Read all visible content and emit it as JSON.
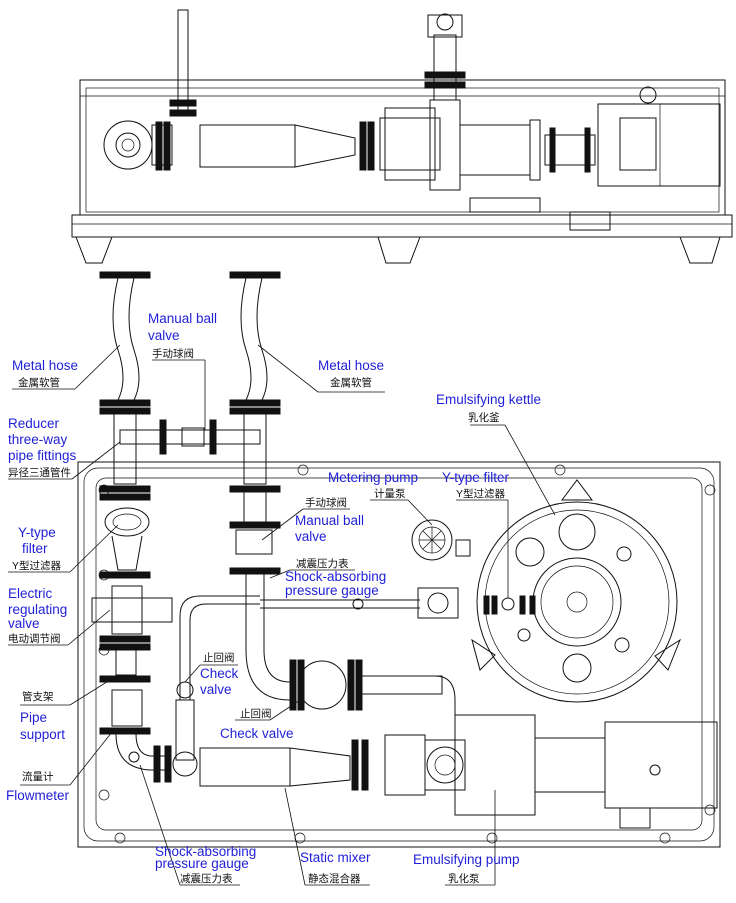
{
  "labels": {
    "metal_hose_left": {
      "en": "Metal hose",
      "zh": "金属软管"
    },
    "manual_ball_valve_top": {
      "en1": "Manual ball",
      "en2": "valve",
      "zh": "手动球阀"
    },
    "metal_hose_right": {
      "en": "Metal hose",
      "zh": "金属软管"
    },
    "reducer_tee": {
      "en1": "Reducer",
      "en2": "three-way",
      "en3": "pipe fittings",
      "zh": "异径三通管件"
    },
    "y_filter_left": {
      "en1": "Y-type",
      "en2": "filter",
      "zh": "Y型过滤器"
    },
    "electric_valve": {
      "en1": "Electric",
      "en2": "regulating",
      "en3": "valve",
      "zh": "电动调节阀"
    },
    "pipe_support": {
      "en1": "Pipe",
      "en2": "support",
      "zh": "管支架"
    },
    "flowmeter": {
      "en": "Flowmeter",
      "zh": "流量计"
    },
    "manual_ball_valve_mid": {
      "en1": "Manual ball",
      "en2": "valve",
      "zh": "手动球阀"
    },
    "shock_gauge_mid": {
      "en1": "Shock-absorbing",
      "en2": "pressure gauge",
      "zh": "减震压力表"
    },
    "metering_pump": {
      "en": "Metering pump",
      "zh": "计量泵"
    },
    "y_filter_right": {
      "en": "Y-type filter",
      "zh": "Y型过滤器"
    },
    "emulsifying_kettle": {
      "en": "Emulsifying kettle",
      "zh": "乳化釜"
    },
    "check_valve_left": {
      "en1": "Check",
      "en2": "valve",
      "zh": "止回阀"
    },
    "check_valve_mid": {
      "en": "Check valve",
      "zh": "止回阀"
    },
    "shock_gauge_bottom": {
      "en1": "Shock-absorbing",
      "en2": "pressure gauge",
      "zh": "减震压力表"
    },
    "static_mixer": {
      "en": "Static mixer",
      "zh": "静态混合器"
    },
    "emulsifying_pump": {
      "en": "Emulsifying pump",
      "zh": "乳化泵"
    }
  },
  "colors": {
    "label_en": "#1f1fd8",
    "label_zh": "#111111",
    "line": "#111111"
  }
}
